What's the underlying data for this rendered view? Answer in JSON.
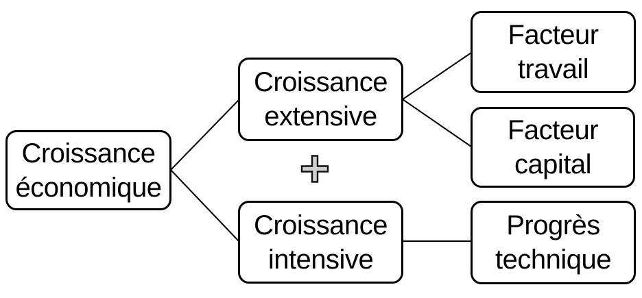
{
  "diagram": {
    "type": "tree",
    "language": "fr",
    "colors": {
      "background": "#ffffff",
      "node_fill": "#ffffff",
      "node_border": "#000000",
      "text": "#000000",
      "connector": "#000000",
      "plus_fill": "#d0d0d0",
      "plus_outline": "#111111"
    },
    "nodes": {
      "economique": {
        "label": "Croissance économique",
        "lines": [
          "Croissance",
          "économique"
        ]
      },
      "extensive": {
        "label": "Croissance extensive",
        "lines": [
          "Croissance",
          "extensive"
        ]
      },
      "intensive": {
        "label": "Croissance intensive",
        "lines": [
          "Croissance",
          "intensive"
        ]
      },
      "travail": {
        "label": "Facteur travail",
        "lines": [
          "Facteur",
          "travail"
        ]
      },
      "capital": {
        "label": "Facteur capital",
        "lines": [
          "Facteur",
          "capital"
        ]
      },
      "progres": {
        "label": "Progrès technique",
        "lines": [
          "Progrès",
          "technique"
        ]
      }
    },
    "operator": {
      "symbol": "+",
      "between": [
        "Croissance extensive",
        "Croissance intensive"
      ]
    },
    "edges": [
      {
        "from": "Croissance économique",
        "to": "Croissance extensive"
      },
      {
        "from": "Croissance économique",
        "to": "Croissance intensive"
      },
      {
        "from": "Croissance extensive",
        "to": "Facteur travail"
      },
      {
        "from": "Croissance extensive",
        "to": "Facteur capital"
      },
      {
        "from": "Croissance intensive",
        "to": "Progrès technique"
      }
    ]
  }
}
